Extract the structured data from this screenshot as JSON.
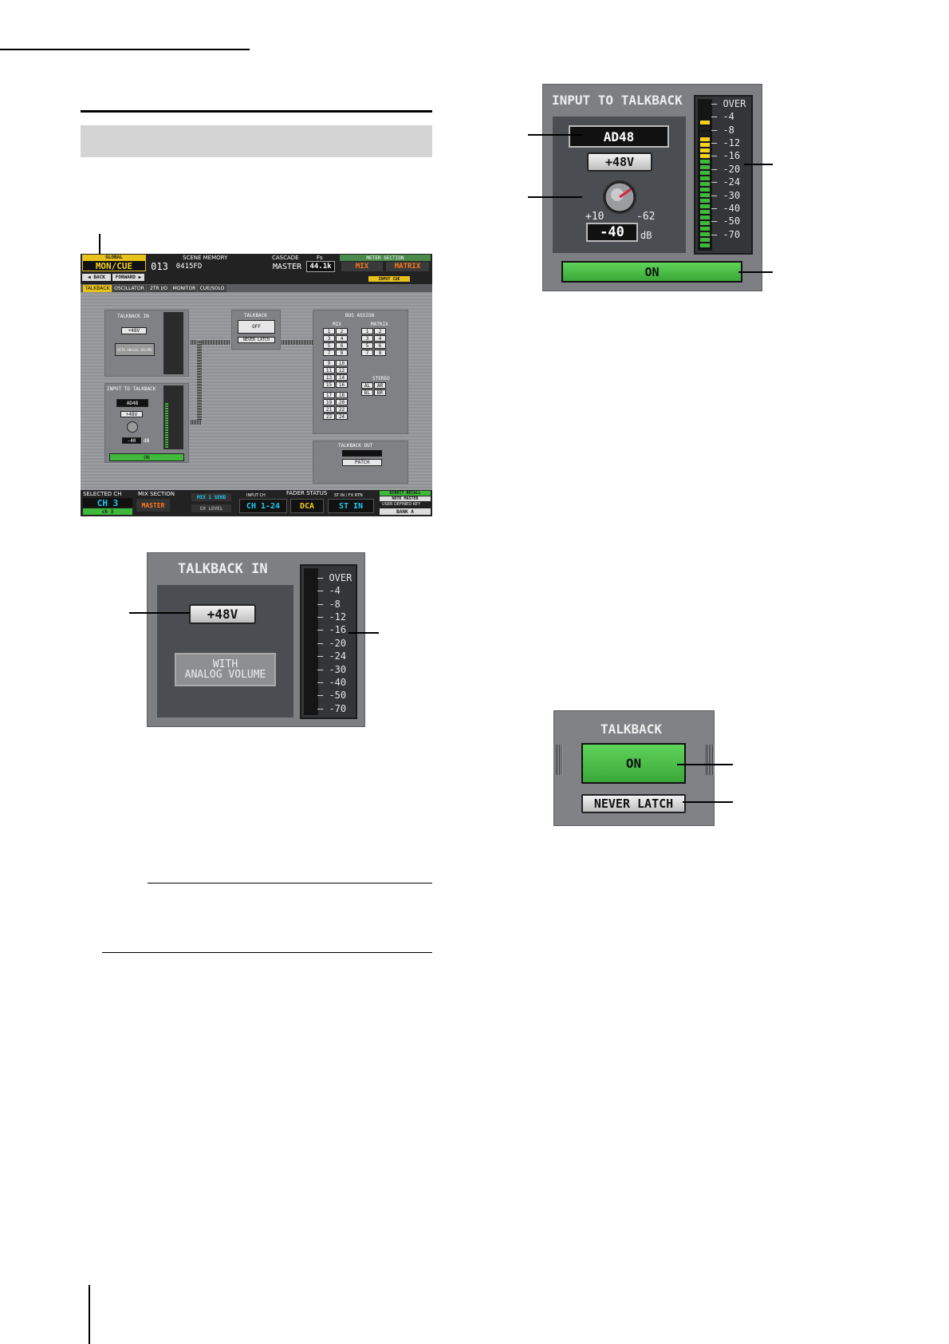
{
  "screen": {
    "tabs": [
      "TALKBACK",
      "OSCILLATOR",
      "2TR I/O",
      "MONITOR",
      "CUE/SOLO"
    ],
    "global_label": "GLOBAL",
    "mode": "MON/CUE",
    "scene_memory_label": "SCENE MEMORY",
    "scene_number": "013",
    "scene_title": "0415FD",
    "nav_back": "◀ BACK",
    "nav_forward": "FORWARD ▶",
    "cascade_label": "CASCADE",
    "cascade_value": "MASTER",
    "fs_label": "Fs",
    "fs_value": "44.1k",
    "meter_section_label": "METER SECTION",
    "meter_mix": "MIX",
    "meter_matrix": "MATRIX",
    "input_cue": "INPUT CUE",
    "talkback_in_title": "TALKBACK IN",
    "phantom": "+48V",
    "with_analog_volume": "WITH ANALOG VOLUME",
    "talkback_title": "TALKBACK",
    "talkback_state": "OFF",
    "never_latch": "NEVER LATCH",
    "bus_assign_title": "BUS ASSIGN",
    "mix_label": "MIX",
    "matrix_label": "MATRIX",
    "stereo_label": "STEREO",
    "mix_buttons": [
      "1",
      "2",
      "3",
      "4",
      "5",
      "6",
      "7",
      "8",
      "9",
      "10",
      "11",
      "12",
      "13",
      "14",
      "15",
      "16",
      "17",
      "18",
      "19",
      "20",
      "21",
      "22",
      "23",
      "24"
    ],
    "matrix_buttons": [
      "1",
      "2",
      "3",
      "4",
      "5",
      "6",
      "7",
      "8"
    ],
    "stereo_buttons": [
      "AL",
      "AR",
      "BL",
      "BR"
    ],
    "input_to_talkback_title": "INPUT TO TALKBACK",
    "input_source": "AD48",
    "gain_value": "-40",
    "gain_unit": "dB",
    "on_label": "ON",
    "talkback_out_title": "TALKBACK OUT",
    "patch_label": "PATCH",
    "selected_ch_label": "SELECTED CH",
    "selected_ch": "CH 3",
    "selected_ch_name": "ch 3",
    "mix_section_label": "MIX SECTION",
    "mix_section_value": "MASTER",
    "mix1_send": "MIX 1 SEND",
    "ch_level": "CH LEVEL",
    "fader_status_label": "FADER STATUS",
    "input_ch_label": "INPUT CH",
    "fader_input": "CH 1-24",
    "fader_dca": "DCA",
    "st_in_label": "ST IN / FX RTN",
    "fader_stin": "ST IN",
    "direct_recall": "DIRECT RECALL",
    "note_master": "NOTE MASTER",
    "user_defined_key": "USER DEFINED KEY",
    "bank": "BANK A"
  },
  "talkback_in_panel": {
    "title": "TALKBACK IN",
    "phantom_button": "+48V",
    "analog_volume_button": "WITH\nANALOG VOLUME",
    "meter_scale": [
      "OVER",
      "-4",
      "-8",
      "-12",
      "-16",
      "-20",
      "-24",
      "-30",
      "-40",
      "-50",
      "-70"
    ]
  },
  "input_to_talkback_panel": {
    "title": "INPUT TO TALKBACK",
    "source": "AD48",
    "phantom_button": "+48V",
    "knob_max": "+10",
    "knob_min": "-62",
    "gain_value": "-40",
    "gain_unit": "dB",
    "on_button": "ON",
    "meter_scale": [
      "OVER",
      "-4",
      "-8",
      "-12",
      "-16",
      "-20",
      "-24",
      "-30",
      "-40",
      "-50",
      "-70"
    ],
    "meter_level_fraction": 0.9
  },
  "talkback_panel": {
    "title": "TALKBACK",
    "on_button": "ON",
    "never_latch_button": "NEVER LATCH"
  },
  "colors": {
    "green": "#3fb83c",
    "yellow": "#f2d21c",
    "panel": "#7d7f82"
  }
}
